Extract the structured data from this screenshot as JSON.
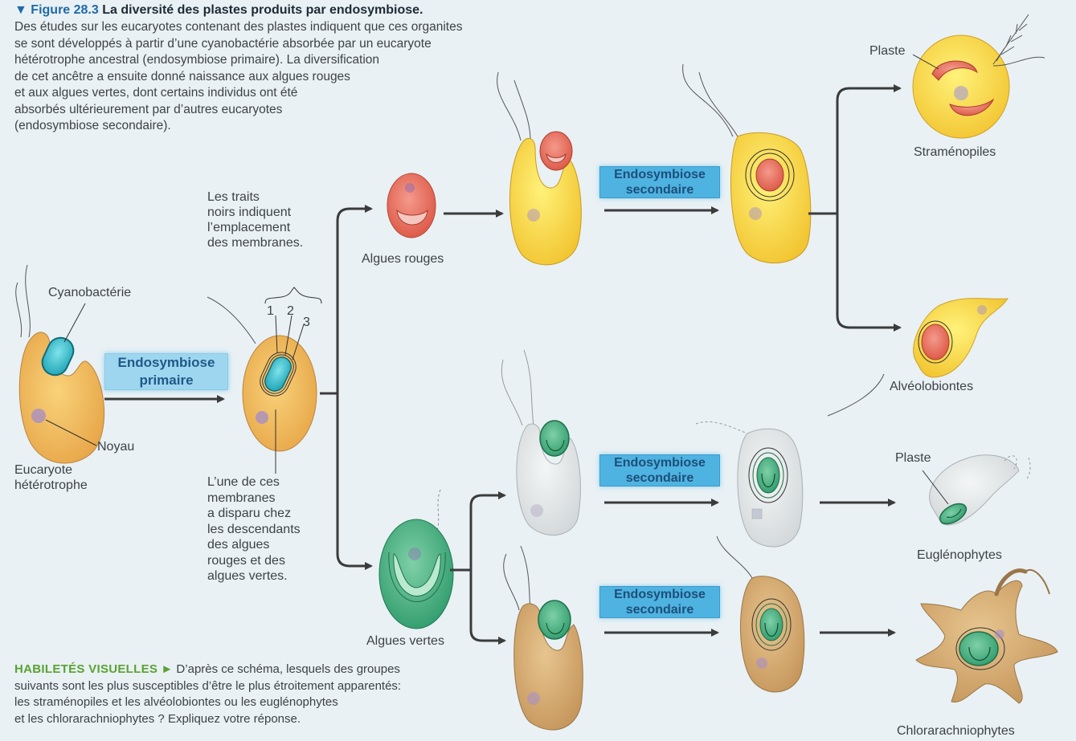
{
  "caption": {
    "marker": "▼",
    "figure_label": "Figure 28.3",
    "title": "La diversité des plastes produits par endosymbiose.",
    "lines": [
      "Des études sur les eucaryotes contenant des plastes indiquent que ces organites",
      "se sont développés à partir d’une cyanobactérie absorbée par un eucaryote",
      "hétérotrophe ancestral (endosymbiose primaire). La diversification",
      "de cet ancêtre a ensuite donné naissance aux algues rouges",
      "et aux algues vertes, dont certains individus ont été",
      "absorbés ultérieurement par d’autres eucaryotes",
      "(endosymbiose secondaire)."
    ]
  },
  "labels": {
    "cyanobacterie": "Cyanobactérie",
    "noyau": "Noyau",
    "eucaryote_l1": "Eucaryote",
    "eucaryote_l2": "hétérotrophe",
    "membranes_note": [
      "Les traits",
      "noirs indiquent",
      "l’emplacement",
      "des membranes."
    ],
    "membrane_nums": [
      "1",
      "2",
      "3"
    ],
    "disappear_note": [
      "L’une de ces",
      "membranes",
      "a disparu chez",
      "les descendants",
      "des algues",
      "rouges et des",
      "algues vertes."
    ],
    "algues_rouges": "Algues rouges",
    "algues_vertes": "Algues vertes",
    "plaste_top": "Plaste",
    "plaste_bottom": "Plaste",
    "stramenopiles": "Straménopiles",
    "alveolobiontes": "Alvéolobiontes",
    "euglenophytes": "Euglénophytes",
    "chlorarachniophytes": "Chlorarachniophytes"
  },
  "boxes": {
    "primaire_l1": "Endosymbiose",
    "primaire_l2": "primaire",
    "secondaire_l1": "Endosymbiose",
    "secondaire_l2": "secondaire"
  },
  "skills": {
    "heading": "HABILETÉS VISUELLES",
    "arrow": "►",
    "lines": [
      " D’après ce schéma, lesquels des groupes",
      "suivants sont les plus susceptibles d’être le plus étroitement apparentés:",
      "les straménopiles et les alvéolobiontes ou les euglénophytes",
      "et les chlorarachniophytes ? Expliquez votre réponse."
    ]
  },
  "colors": {
    "background": "#e9f1f4",
    "figure_label": "#1e6aa8",
    "skills_heading": "#5aa232",
    "endosymbiosis_box": "#4fb3e2"
  }
}
